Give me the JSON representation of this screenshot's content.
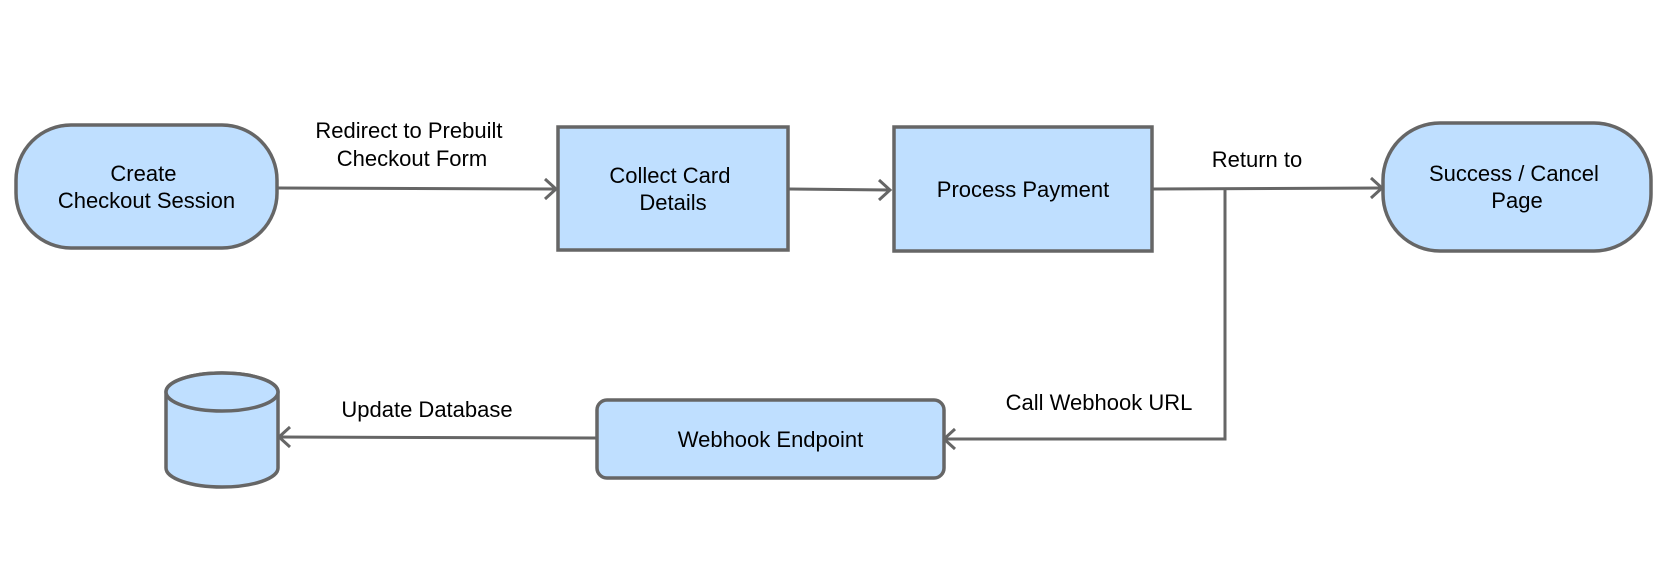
{
  "diagram": {
    "colors": {
      "node_fill": "#bfdfff",
      "stroke": "#666666",
      "text": "#000000",
      "background": "#ffffff"
    },
    "nodes": {
      "create_session": {
        "lines": [
          "Create",
          "Checkout Session"
        ],
        "shape": "terminator"
      },
      "collect_card": {
        "lines": [
          "Collect Card",
          "Details"
        ],
        "shape": "process"
      },
      "process_payment": {
        "lines": [
          "Process Payment"
        ],
        "shape": "process"
      },
      "success_cancel": {
        "lines": [
          "Success / Cancel",
          "Page"
        ],
        "shape": "terminator"
      },
      "webhook_endpoint": {
        "lines": [
          "Webhook Endpoint"
        ],
        "shape": "rounded-process"
      },
      "database": {
        "lines": [],
        "shape": "cylinder"
      }
    },
    "edges": {
      "redirect": {
        "from": "create_session",
        "to": "collect_card",
        "lines": [
          "Redirect to  Prebuilt",
          "Checkout Form"
        ]
      },
      "collect_to_process": {
        "from": "collect_card",
        "to": "process_payment",
        "lines": []
      },
      "return_to": {
        "from": "process_payment",
        "to": "success_cancel",
        "lines": [
          "Return to"
        ]
      },
      "call_webhook": {
        "from": "process_payment",
        "to": "webhook_endpoint",
        "lines": [
          "Call Webhook URL"
        ]
      },
      "update_db": {
        "from": "webhook_endpoint",
        "to": "database",
        "lines": [
          "Update Database"
        ]
      }
    }
  }
}
